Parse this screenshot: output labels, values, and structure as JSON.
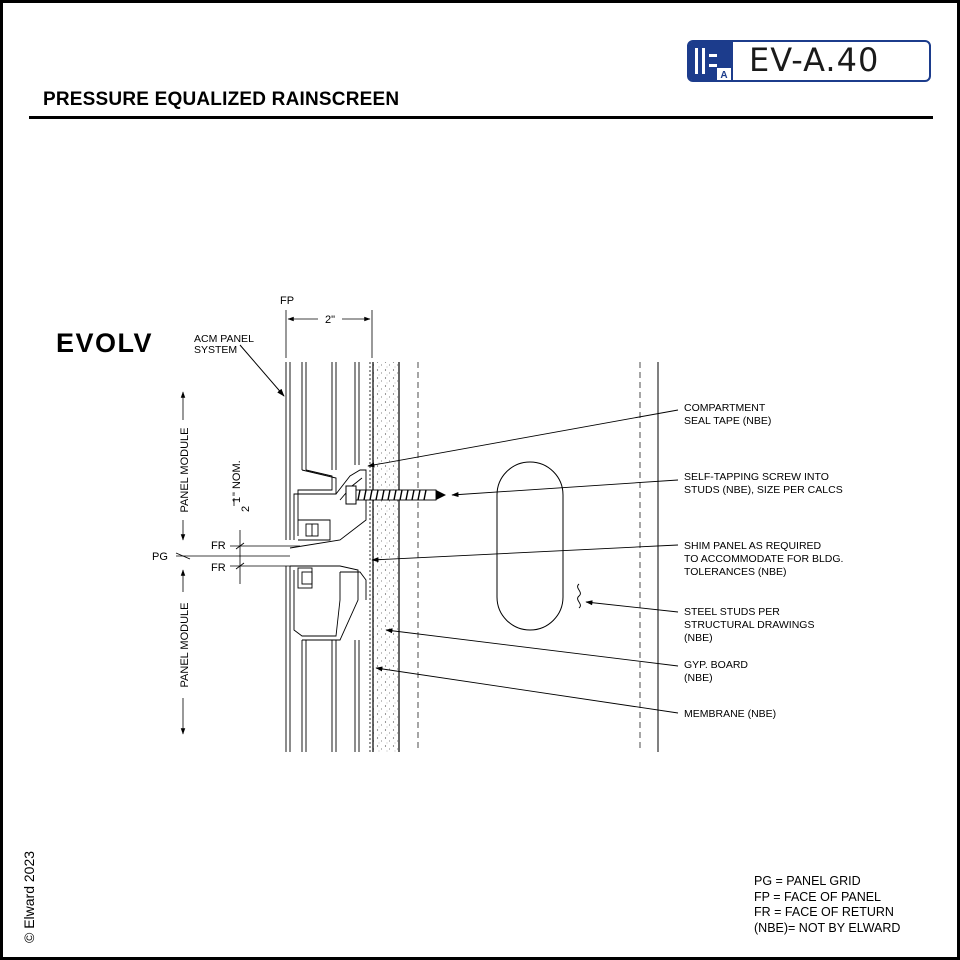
{
  "header": {
    "title": "PRESSURE EQUALIZED RAINSCREEN",
    "sheet_code": "EV-A.40",
    "badge_logo_letter": "A"
  },
  "brand": {
    "logo": "EVOLV",
    "logo_caption_line1": "ACM PANEL",
    "logo_caption_line2": "SYSTEM"
  },
  "dimensions": {
    "fp": "FP",
    "width": "2\"",
    "pg": "PG",
    "fr_top": "FR",
    "fr_bottom": "FR",
    "panel_module_top": "PANEL MODULE",
    "panel_module_bottom": "PANEL MODULE",
    "joint_num": "1",
    "joint_den": "2",
    "joint_unit": "\" NOM."
  },
  "callouts": [
    {
      "line1": "COMPARTMENT",
      "line2": "SEAL TAPE  (NBE)",
      "line3": ""
    },
    {
      "line1": "SELF-TAPPING SCREW INTO",
      "line2": "STUDS (NBE), SIZE PER CALCS",
      "line3": ""
    },
    {
      "line1": "SHIM PANEL AS REQUIRED",
      "line2": "TO ACCOMMODATE FOR BLDG.",
      "line3": "TOLERANCES  (NBE)"
    },
    {
      "line1": "STEEL STUDS PER",
      "line2": "STRUCTURAL DRAWINGS",
      "line3": "(NBE)"
    },
    {
      "line1": "GYP. BOARD",
      "line2": "(NBE)",
      "line3": ""
    },
    {
      "line1": "MEMBRANE  (NBE)",
      "line2": "",
      "line3": ""
    }
  ],
  "legend": [
    "PG = PANEL GRID",
    "FP = FACE OF PANEL",
    "FR = FACE OF RETURN",
    "(NBE)= NOT BY ELWARD"
  ],
  "copyright": "© Elward 2023",
  "colors": {
    "badge_blue": "#1c3c8c",
    "line": "#000000",
    "frame": "#000000"
  }
}
